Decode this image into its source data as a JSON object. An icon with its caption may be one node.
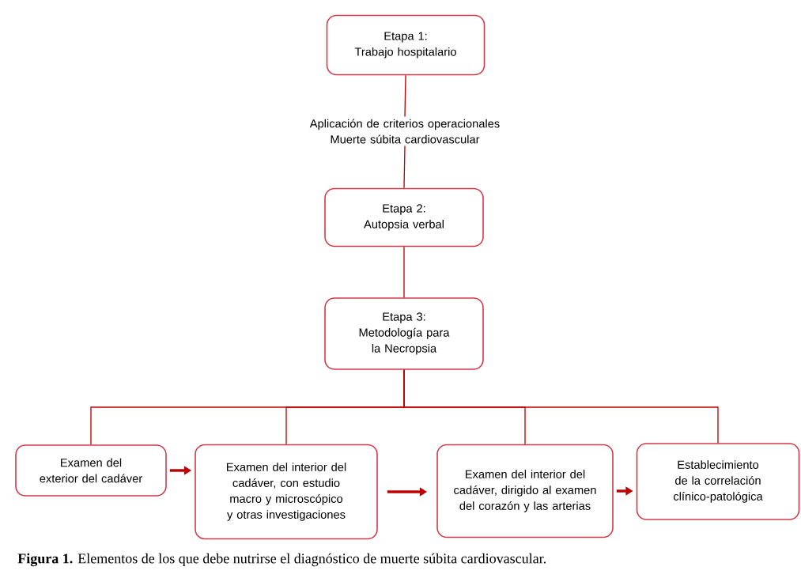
{
  "diagram": {
    "caption": "**Figura 1.** Elementos de los que debe nutrirse el diagnóstico de muerte súbita cardiovascular.",
    "nodes": [
      {
        "text": [
          "Etapa 1:",
          "Trabajo hospitalario"
        ]
      },
      {
        "text": [
          "Aplicación de criterios operacionales Muerte súbita cardiovascular"
        ]
      },
      {
        "text": [
          "Etapa 2:",
          "Autopsia verbal"
        ]
      },
      {
        "text": [
          "Etapa 3:",
          "Metodología para la Necropsia"
        ]
      },
      {
        "text": [
          "Examen del exterior del cadáver"
        ]
      },
      {
        "text": [
          "Examen del interior del cadáver, con estudio macro y microscópico y otras investigaciones"
        ]
      },
      {
        "text": [
          "Examen del interior del cadáver, dirigido al examen del corazón y las arterias"
        ]
      },
      {
        "text": [
          "Establecimiento de la correlación clínico-patológica"
        ]
      }
    ],
    "edges": [
      {
        "from": 0,
        "to": 1,
        "arrow": "none"
      },
      {
        "from": 1,
        "to": 2,
        "arrow": "none"
      },
      {
        "from": 2,
        "to": 3,
        "arrow": "none"
      },
      {
        "from": 3,
        "to": 4,
        "arrow": "none"
      },
      {
        "from": 3,
        "to": 5,
        "arrow": "none"
      },
      {
        "from": 3,
        "to": 6,
        "arrow": "none"
      },
      {
        "from": 3,
        "to": 7,
        "arrow": "none"
      },
      {
        "from": 4,
        "to": 5,
        "arrow": "to",
        "style": "thick"
      },
      {
        "from": 5,
        "to": 6,
        "arrow": "to",
        "style": "thick"
      },
      {
        "from": 6,
        "to": 7,
        "arrow": "to",
        "style": "thick"
      }
    ]
  }
}
